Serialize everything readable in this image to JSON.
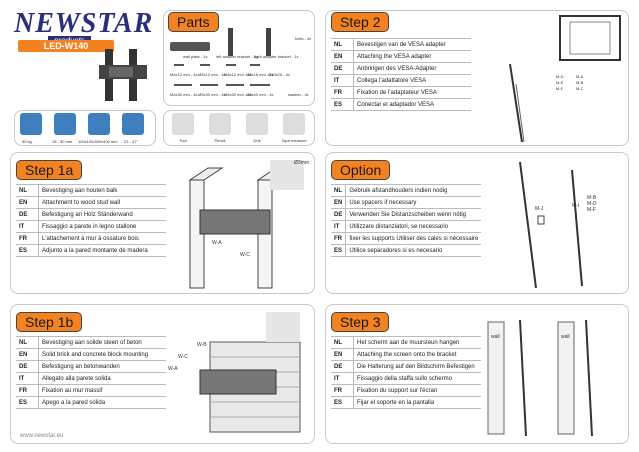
{
  "brand": {
    "name": "NEWSTAR",
    "sub": "products",
    "model": "LED-W140"
  },
  "specs": [
    {
      "icon": "weight-icon",
      "label": "50 kg"
    },
    {
      "icon": "depth-icon",
      "label": "15 - 30 mm"
    },
    {
      "icon": "vesa-icon",
      "label": "100x100/400x400 mm"
    },
    {
      "icon": "screen-size-icon",
      "label": "23 - 47\""
    }
  ],
  "parts": {
    "title": "Parts",
    "items": [
      {
        "label": "wall plate - 1x"
      },
      {
        "label": "left adapter bracket - 1x"
      },
      {
        "label": "right adapter bracket - 1x"
      },
      {
        "label": "bolts - 4x"
      },
      {
        "label": "M4x12 mm - 4x"
      },
      {
        "label": "M5x12 mm - 4x"
      },
      {
        "label": "M6x12 mm - 4x"
      },
      {
        "label": "M8x16 mm - 4x"
      },
      {
        "label": "Ø10x25 - 4x"
      },
      {
        "label": "M4x30 mm - 4x"
      },
      {
        "label": "M5x30 mm - 4x"
      },
      {
        "label": "M6x30 mm - 4x"
      },
      {
        "label": "M8x40 mm - 4x"
      },
      {
        "label": "washer - 4x"
      }
    ],
    "tools": [
      "Tool",
      "Pencil",
      "Drill",
      "Tape measure"
    ]
  },
  "step2": {
    "title": "Step 2",
    "rows": [
      {
        "code": "NL",
        "text": "Bevestigen van de VESA adapter"
      },
      {
        "code": "EN",
        "text": "Attaching the VESA adapter"
      },
      {
        "code": "DE",
        "text": "Anbringen des VESA-Adapter"
      },
      {
        "code": "IT",
        "text": "Collega l'adattatore VESA"
      },
      {
        "code": "FR",
        "text": "Fixation de l'adaptateur VESA"
      },
      {
        "code": "ES",
        "text": "Conectar el adaptador VESA"
      }
    ],
    "labels": [
      "M-D",
      "M-E",
      "M-F",
      "M-A",
      "M-B",
      "M-C"
    ]
  },
  "step1a": {
    "title": "Step 1a",
    "rows": [
      {
        "code": "NL",
        "text": "Bevestiging aan houten balk"
      },
      {
        "code": "EN",
        "text": "Attachment to wood stud wall"
      },
      {
        "code": "DE",
        "text": "Befestigung an Holz Ständerwand"
      },
      {
        "code": "IT",
        "text": "Fissaggio a parete in legno stallone"
      },
      {
        "code": "FR",
        "text": "L'attachement à mur à ossature bois"
      },
      {
        "code": "ES",
        "text": "Adjunto a la pared montante de madera"
      }
    ],
    "drill": "Ø3mm",
    "labels": [
      "W-A",
      "W-C"
    ]
  },
  "option": {
    "title": "Option",
    "rows": [
      {
        "code": "NL",
        "text": "Gebruik afstandhouders indien nodig"
      },
      {
        "code": "EN",
        "text": "Use spacers if necessary"
      },
      {
        "code": "DE",
        "text": "Verwenden Sie Distanzscheiben wenn nötig"
      },
      {
        "code": "IT",
        "text": "Utilizzare distanziatori, se necessario"
      },
      {
        "code": "FR",
        "text": "fixer les supports Utiliser des cales si nécessaire"
      },
      {
        "code": "ES",
        "text": "Utilice separadores si es necesario"
      }
    ],
    "labels": [
      "M-J",
      "M-I",
      "M-B",
      "M-D",
      "M-F"
    ]
  },
  "step1b": {
    "title": "Step 1b",
    "rows": [
      {
        "code": "NL",
        "text": "Bevestiging aan solide steen of beton"
      },
      {
        "code": "EN",
        "text": "Solid brick and concrete block mounting"
      },
      {
        "code": "DE",
        "text": "Befestigung an betonwanden"
      },
      {
        "code": "IT",
        "text": "Allegato alla parete solida"
      },
      {
        "code": "FR",
        "text": "Fixation au mur massif"
      },
      {
        "code": "ES",
        "text": "Apego a la pared sólida"
      }
    ],
    "labels": [
      "W-B",
      "W-C",
      "W-A"
    ]
  },
  "step3": {
    "title": "Step 3",
    "rows": [
      {
        "code": "NL",
        "text": "Het scherm aan de muursteun hangen"
      },
      {
        "code": "EN",
        "text": "Attaching the screen onto the bracket"
      },
      {
        "code": "DE",
        "text": "Die Halterung auf den Bildschirm Befestigen"
      },
      {
        "code": "IT",
        "text": "Fissaggio della staffa sullo schermo"
      },
      {
        "code": "FR",
        "text": "Fixation du support sur l'écran"
      },
      {
        "code": "ES",
        "text": "Fijar el soporte en la pantalla"
      }
    ],
    "wall": "wall"
  },
  "footer": "www.newstar.eu"
}
